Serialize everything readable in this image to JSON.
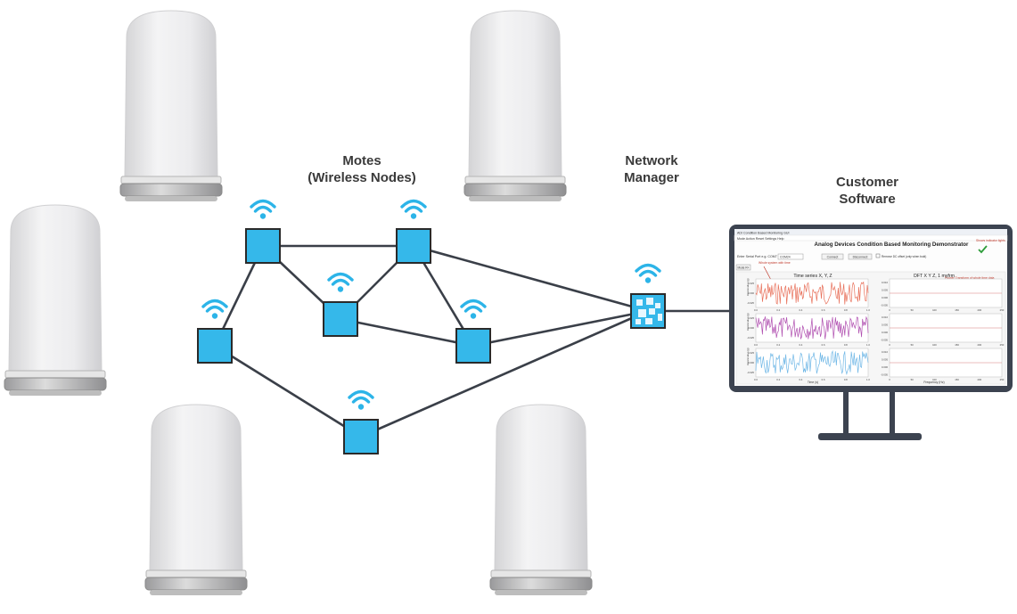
{
  "labels": {
    "motes": [
      "Motes",
      "(Wireless Nodes)"
    ],
    "network_manager": [
      "Network",
      "Manager"
    ],
    "customer_software": [
      "Customer",
      "Software"
    ]
  },
  "screen": {
    "window_title": "ADI Condition Based Monitoring GUI",
    "menu": "Mode  Action  Reset  Settings  Help",
    "app_title": "Analog Devices Condition Based Monitoring Demonstrator",
    "status_note": "Shows indicator lights",
    "serial_label": "Enter Serial Port e.g. COM7",
    "serial_value": "COM24",
    "connect": "Connect",
    "disconnect": "Disconnect",
    "remove_dc": "Remove DC offset (only when bold)",
    "mode_btn": "Mode R+",
    "time_title": "Time series X, Y, Z",
    "fft_title": "DFT X Y Z, 1 myfrm",
    "time_note": "Whole system with time",
    "fft_note": "Fourier Transform of whole time data",
    "time_xlabel": "Time (s)",
    "fft_xlabel": "Frequency (Hz)",
    "ylabel": "Acceleration (g)",
    "time_ticks": [
      "0.0",
      "0.2",
      "0.4",
      "0.6",
      "0.8",
      "1.0"
    ],
    "fft_ticks": [
      "0",
      "50",
      "100",
      "150",
      "200",
      "250"
    ],
    "y_ticks": [
      "0.025",
      "0.000",
      "-0.025"
    ],
    "fft_y_ticks": [
      "0.010",
      "0.005",
      "0.000",
      "-0.005"
    ]
  },
  "colors": {
    "node": "#35b8ea",
    "node_border": "#2a2a2a",
    "link": "#3a3f48",
    "wifi": "#2cb4e8",
    "monitor": "#3c4350",
    "trace_x": "#e8705a",
    "trace_y": "#b04fb0",
    "trace_z": "#6fb7e6"
  }
}
